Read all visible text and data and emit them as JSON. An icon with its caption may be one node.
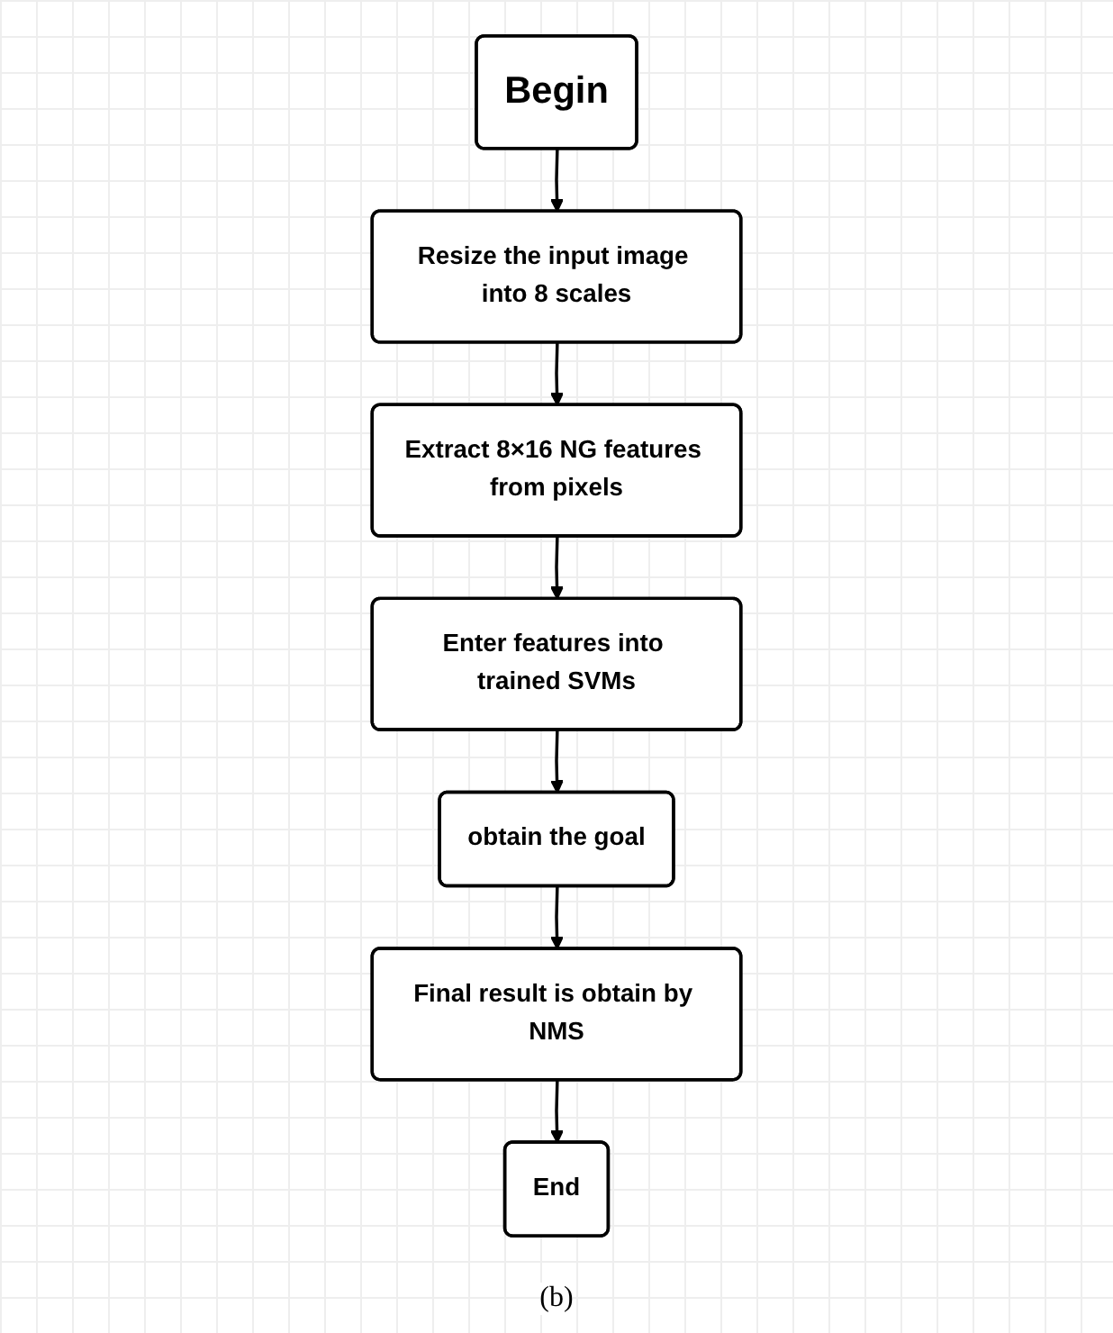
{
  "diagram": {
    "caption": "(b)",
    "nodes": [
      {
        "text": [
          "Begin"
        ]
      },
      {
        "text": [
          "Resize the input image into 8 scales"
        ]
      },
      {
        "text": [
          "Extract 8×16 NG features from pixels"
        ]
      },
      {
        "text": [
          "Enter features into trained SVMs"
        ]
      },
      {
        "text": [
          "obtain the goal"
        ]
      },
      {
        "text": [
          "Final result is obtain by NMS"
        ]
      },
      {
        "text": [
          "End"
        ]
      }
    ],
    "edges": [
      {
        "from": 0,
        "to": 1,
        "arrow": "to"
      },
      {
        "from": 1,
        "to": 2,
        "arrow": "to"
      },
      {
        "from": 2,
        "to": 3,
        "arrow": "to"
      },
      {
        "from": 3,
        "to": 4,
        "arrow": "to"
      },
      {
        "from": 4,
        "to": 5,
        "arrow": "to"
      },
      {
        "from": 5,
        "to": 6,
        "arrow": "to"
      }
    ]
  }
}
